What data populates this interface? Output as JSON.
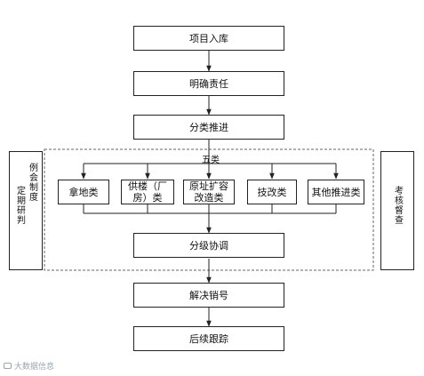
{
  "steps": {
    "project_entry": "项目入库",
    "clarify_responsibility": "明确责任",
    "classify_advance": "分类推进",
    "tiered_coordination": "分级协调",
    "resolve_close": "解决销号",
    "follow_up": "后续跟踪"
  },
  "group_label": "五类",
  "categories": [
    {
      "line1": "拿地类",
      "line2": ""
    },
    {
      "line1": "供楼（厂",
      "line2": "房）类"
    },
    {
      "line1": "原址扩容",
      "line2": "改造类"
    },
    {
      "line1": "技改类",
      "line2": ""
    },
    {
      "line1": "其他推进类",
      "line2": ""
    }
  ],
  "side_left": {
    "col1": "例会制度",
    "col2": "定期研判"
  },
  "side_right": {
    "text": "考核督查"
  },
  "watermark": "大数据信息",
  "colors": {
    "stroke": "#222222",
    "dashed": "#666666",
    "watermark": "#9aa4ad"
  }
}
